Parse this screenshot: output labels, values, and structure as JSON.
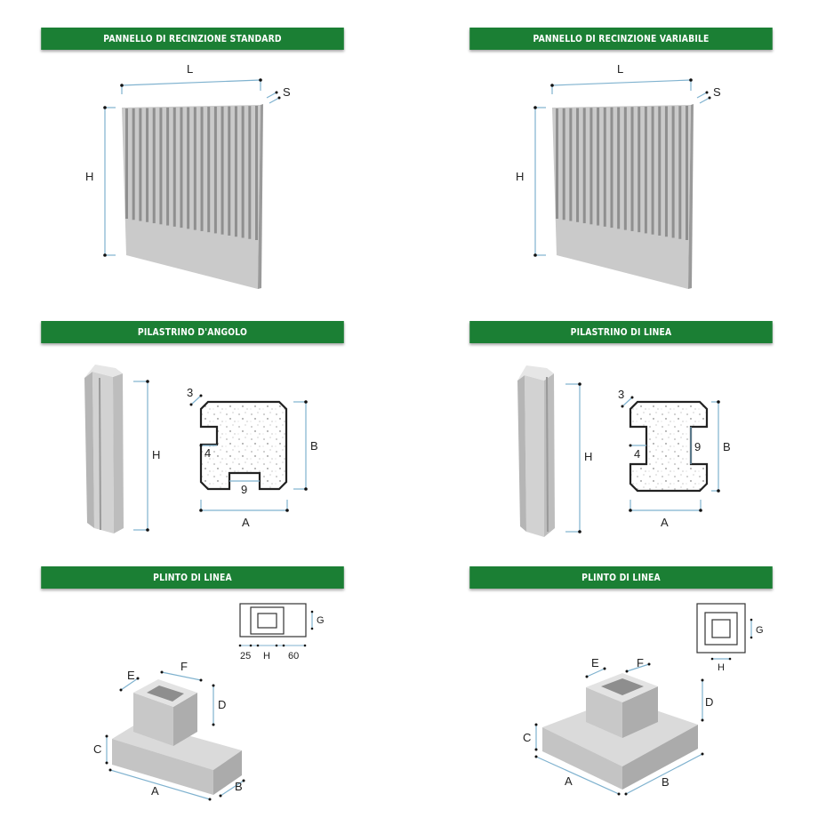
{
  "sections": [
    {
      "title": "PANNELLO DI RECINZIONE STANDARD",
      "dims": {
        "length": "L",
        "thickness": "S",
        "height": "H"
      }
    },
    {
      "title": "PANNELLO DI RECINZIONE VARIABILE",
      "dims": {
        "length": "L",
        "thickness": "S",
        "height": "H"
      }
    },
    {
      "title": "PILASTRINO D'ANGOLO",
      "dims": {
        "height": "H",
        "chamfer": "3",
        "notch_side": "4",
        "notch_bottom": "9",
        "width": "A",
        "depth": "B"
      }
    },
    {
      "title": "PILASTRINO DI LINEA",
      "dims": {
        "height": "H",
        "chamfer": "3",
        "notch_left": "4",
        "notch_right": "9",
        "width": "A",
        "depth": "B"
      }
    },
    {
      "title": "PLINTO DI LINEA",
      "dims": {
        "A": "A",
        "B": "B",
        "C": "C",
        "D": "D",
        "E": "E",
        "F": "F",
        "G": "G",
        "H": "H",
        "side_left": "25",
        "side_right": "60"
      }
    },
    {
      "title": "PLINTO DI LINEA",
      "dims": {
        "A": "A",
        "B": "B",
        "C": "C",
        "D": "D",
        "E": "E",
        "F": "F",
        "G": "G",
        "H": "H"
      }
    }
  ],
  "colors": {
    "header": "#1b7f34",
    "dimension": "#7fb2cf",
    "concrete": "#c9c9c9"
  }
}
